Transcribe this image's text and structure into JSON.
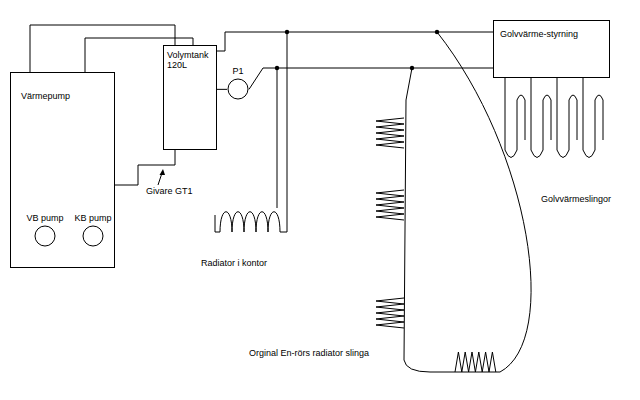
{
  "diagram": {
    "nodes": [
      {
        "text": [
          "Värmepump"
        ]
      },
      {
        "text": [
          "VB pump"
        ],
        "in": 0
      },
      {
        "text": [
          "KB pump"
        ],
        "in": 0
      },
      {
        "text": [
          "Volymtank 120L"
        ]
      },
      {
        "text": [
          "P1"
        ]
      },
      {
        "text": [
          "Golvvärme-styrning"
        ]
      }
    ],
    "edges": [
      {
        "from": 0,
        "to": 3,
        "arrow": "none"
      },
      {
        "from": 0,
        "to": 3,
        "arrow": "none"
      },
      {
        "from": 0,
        "to": 3,
        "arrow": "none"
      },
      {
        "from": 3,
        "to": 4,
        "arrow": "none"
      },
      {
        "from": 4,
        "to": 5,
        "arrow": "none"
      },
      {
        "from": 3,
        "to": 5,
        "arrow": "none"
      }
    ],
    "labels": [
      "Givare GT1",
      "Radiator i kontor",
      "Orginal En-rörs radiator slinga",
      "Golvvärmeslingor"
    ]
  }
}
